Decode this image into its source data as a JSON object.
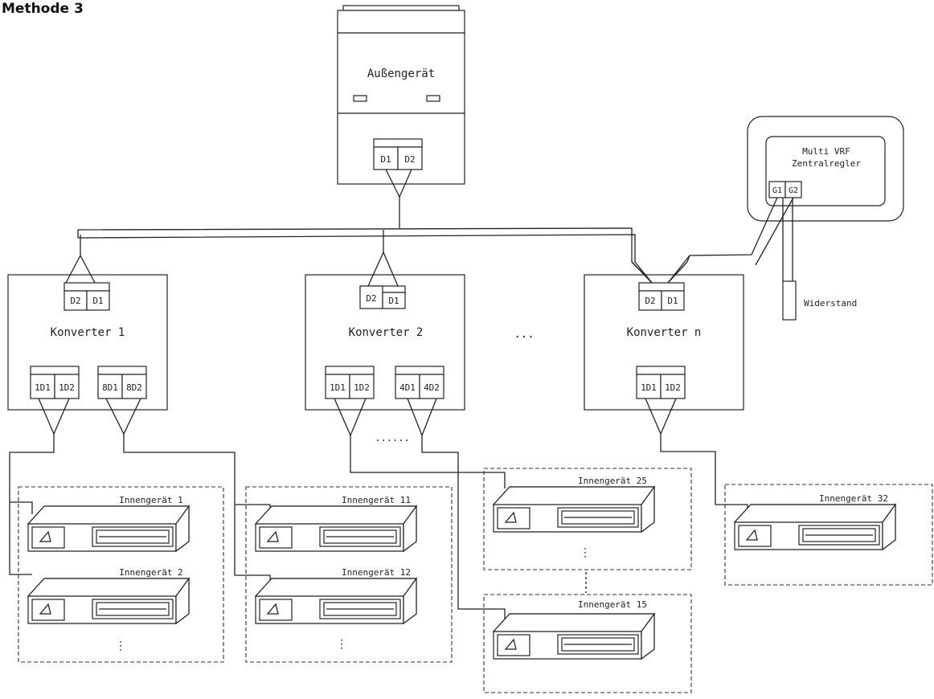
{
  "title": "Methode 3",
  "outdoor_unit": {
    "label": "Außengerät",
    "terminals": [
      "D1",
      "D2"
    ]
  },
  "central_controller": {
    "label_line1": "Multi VRF",
    "label_line2": "Zentralregler",
    "terminals": [
      "G1",
      "G2"
    ]
  },
  "resistor": {
    "label": "Widerstand"
  },
  "converters": [
    {
      "label": "Konverter 1",
      "in_terminals": [
        "D2",
        "D1"
      ],
      "out_groups": [
        [
          "1D1",
          "1D2"
        ],
        [
          "8D1",
          "8D2"
        ]
      ]
    },
    {
      "label": "Konverter 2",
      "in_terminals": [
        "D2",
        "D1"
      ],
      "out_groups": [
        [
          "1D1",
          "1D2"
        ],
        [
          "4D1",
          "4D2"
        ]
      ]
    },
    {
      "label": "Konverter n",
      "in_terminals": [
        "D2",
        "D1"
      ],
      "out_groups": [
        [
          "1D1",
          "1D2"
        ]
      ]
    }
  ],
  "ellipsis_converters": "...",
  "ellipsis_lines": "......",
  "vertical_ellipsis": "⋮",
  "indoor_units": [
    "Innengerät 1",
    "Innengerät 2",
    "Innengerät 11",
    "Innengerät 12",
    "Innengerät 25",
    "Innengerät 15",
    "Innengerät 32"
  ]
}
